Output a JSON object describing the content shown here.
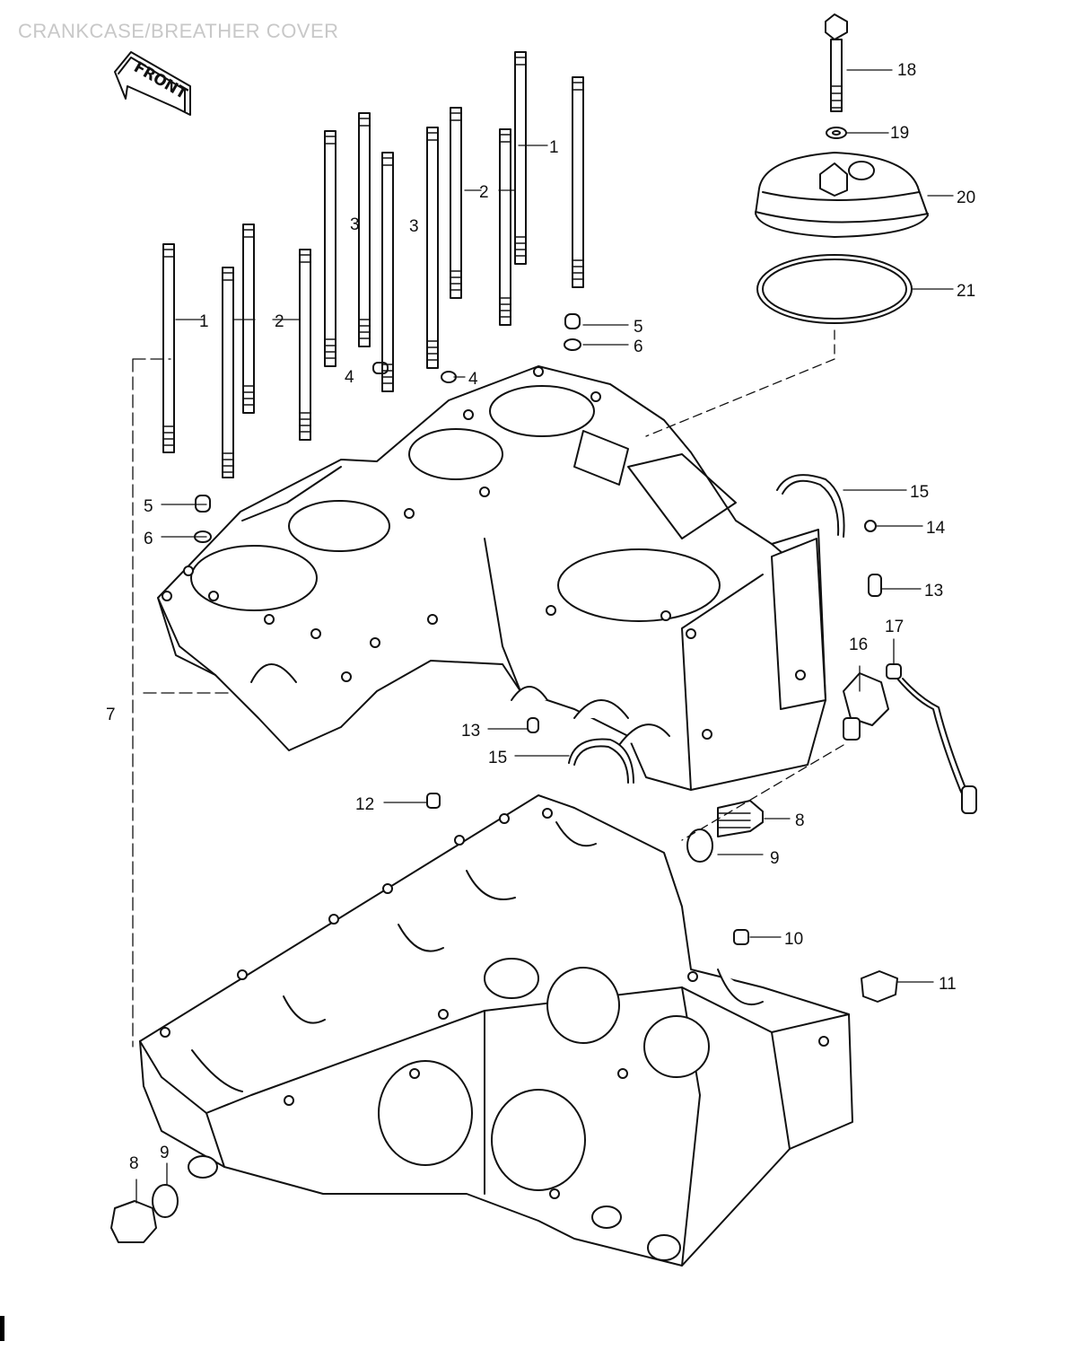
{
  "title": "CRANKCASE/BREATHER COVER",
  "front_label": "FRONT",
  "callouts": {
    "c1a": "1",
    "c1b": "1",
    "c2a": "2",
    "c2b": "2",
    "c3a": "3",
    "c3b": "3",
    "c4a": "4",
    "c4b": "4",
    "c5a": "5",
    "c5b": "5",
    "c6a": "6",
    "c6b": "6",
    "c7": "7",
    "c8a": "8",
    "c8b": "8",
    "c9a": "9",
    "c9b": "9",
    "c10": "10",
    "c11": "11",
    "c12": "12",
    "c13a": "13",
    "c13b": "13",
    "c14": "14",
    "c15a": "15",
    "c15b": "15",
    "c16": "16",
    "c17": "17",
    "c18": "18",
    "c19": "19",
    "c20": "20",
    "c21": "21"
  }
}
